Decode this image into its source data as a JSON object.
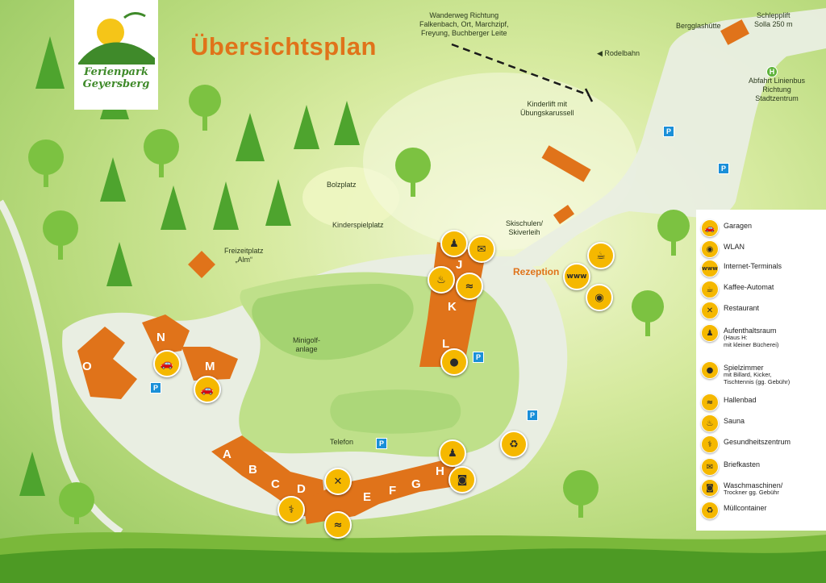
{
  "title": "Übersichtsplan",
  "logo": {
    "line1": "Ferienpark",
    "line2": "Geyersberg"
  },
  "colors": {
    "building": "#e0731a",
    "road": "#e9eee2",
    "icon": "#f5b800",
    "parking": "#1a8fd8",
    "title": "#e0731a"
  },
  "labels": {
    "wanderweg": [
      "Wanderweg Richtung",
      "Falkenbach, Ort, Marchzipf,",
      "Freyung, Buchberger Leite"
    ],
    "rodelbahn": "Rodelbahn",
    "bergglashuette": "Bergglashütte",
    "schlepplift": [
      "Schlepplift",
      "Solla 250 m"
    ],
    "bus": [
      "Abfahrt Linienbus",
      "Richtung",
      "Stadtzentrum"
    ],
    "kinderlift": [
      "Kinderlift mit",
      "Übungskarussell"
    ],
    "bolzplatz": "Bolzplatz",
    "kinderspielplatz": "Kinderspielplatz",
    "skischulen": [
      "Skischulen/",
      "Skiverleih"
    ],
    "freizeitplatz": [
      "Freizeitplatz",
      "„Alm“"
    ],
    "minigolf": [
      "Minigolf-",
      "anlage"
    ],
    "telefon": "Telefon",
    "rezeption": "Rezeption",
    "parking": "P",
    "bus_stop": "H"
  },
  "buildings": [
    "A",
    "B",
    "C",
    "D",
    "E",
    "F",
    "G",
    "H",
    "J",
    "K",
    "L",
    "M",
    "N",
    "O"
  ],
  "legend": [
    {
      "icon": "garage-icon",
      "glyph": "🚗",
      "label": "Garagen"
    },
    {
      "icon": "wlan-icon",
      "glyph": "◉",
      "label": "WLAN"
    },
    {
      "icon": "internet-terminal-icon",
      "glyph": "www",
      "label": "Internet-Terminals"
    },
    {
      "icon": "coffee-icon",
      "glyph": "☕",
      "label": "Kaffee-Automat"
    },
    {
      "icon": "restaurant-icon",
      "glyph": "✕",
      "label": "Restaurant"
    },
    {
      "icon": "lounge-icon",
      "glyph": "♟",
      "label": "Aufenthaltsraum",
      "sub": [
        "(Haus H:",
        "mit kleiner Bücherei)"
      ]
    },
    {
      "icon": "games-icon",
      "glyph": "●",
      "label": "Spielzimmer",
      "sub": [
        "mit Billard, Kicker,",
        "Tischtennis (gg. Gebühr)"
      ]
    },
    {
      "icon": "pool-icon",
      "glyph": "≈",
      "label": "Hallenbad"
    },
    {
      "icon": "sauna-icon",
      "glyph": "♨",
      "label": "Sauna"
    },
    {
      "icon": "health-icon",
      "glyph": "⚕",
      "label": "Gesundheitszentrum"
    },
    {
      "icon": "mailbox-icon",
      "glyph": "✉",
      "label": "Briefkasten"
    },
    {
      "icon": "laundry-icon",
      "glyph": "◙",
      "label": "Waschmaschinen/",
      "sub": [
        "Trockner gg. Gebühr"
      ]
    },
    {
      "icon": "waste-icon",
      "glyph": "♻",
      "label": "Müllcontainer"
    }
  ]
}
